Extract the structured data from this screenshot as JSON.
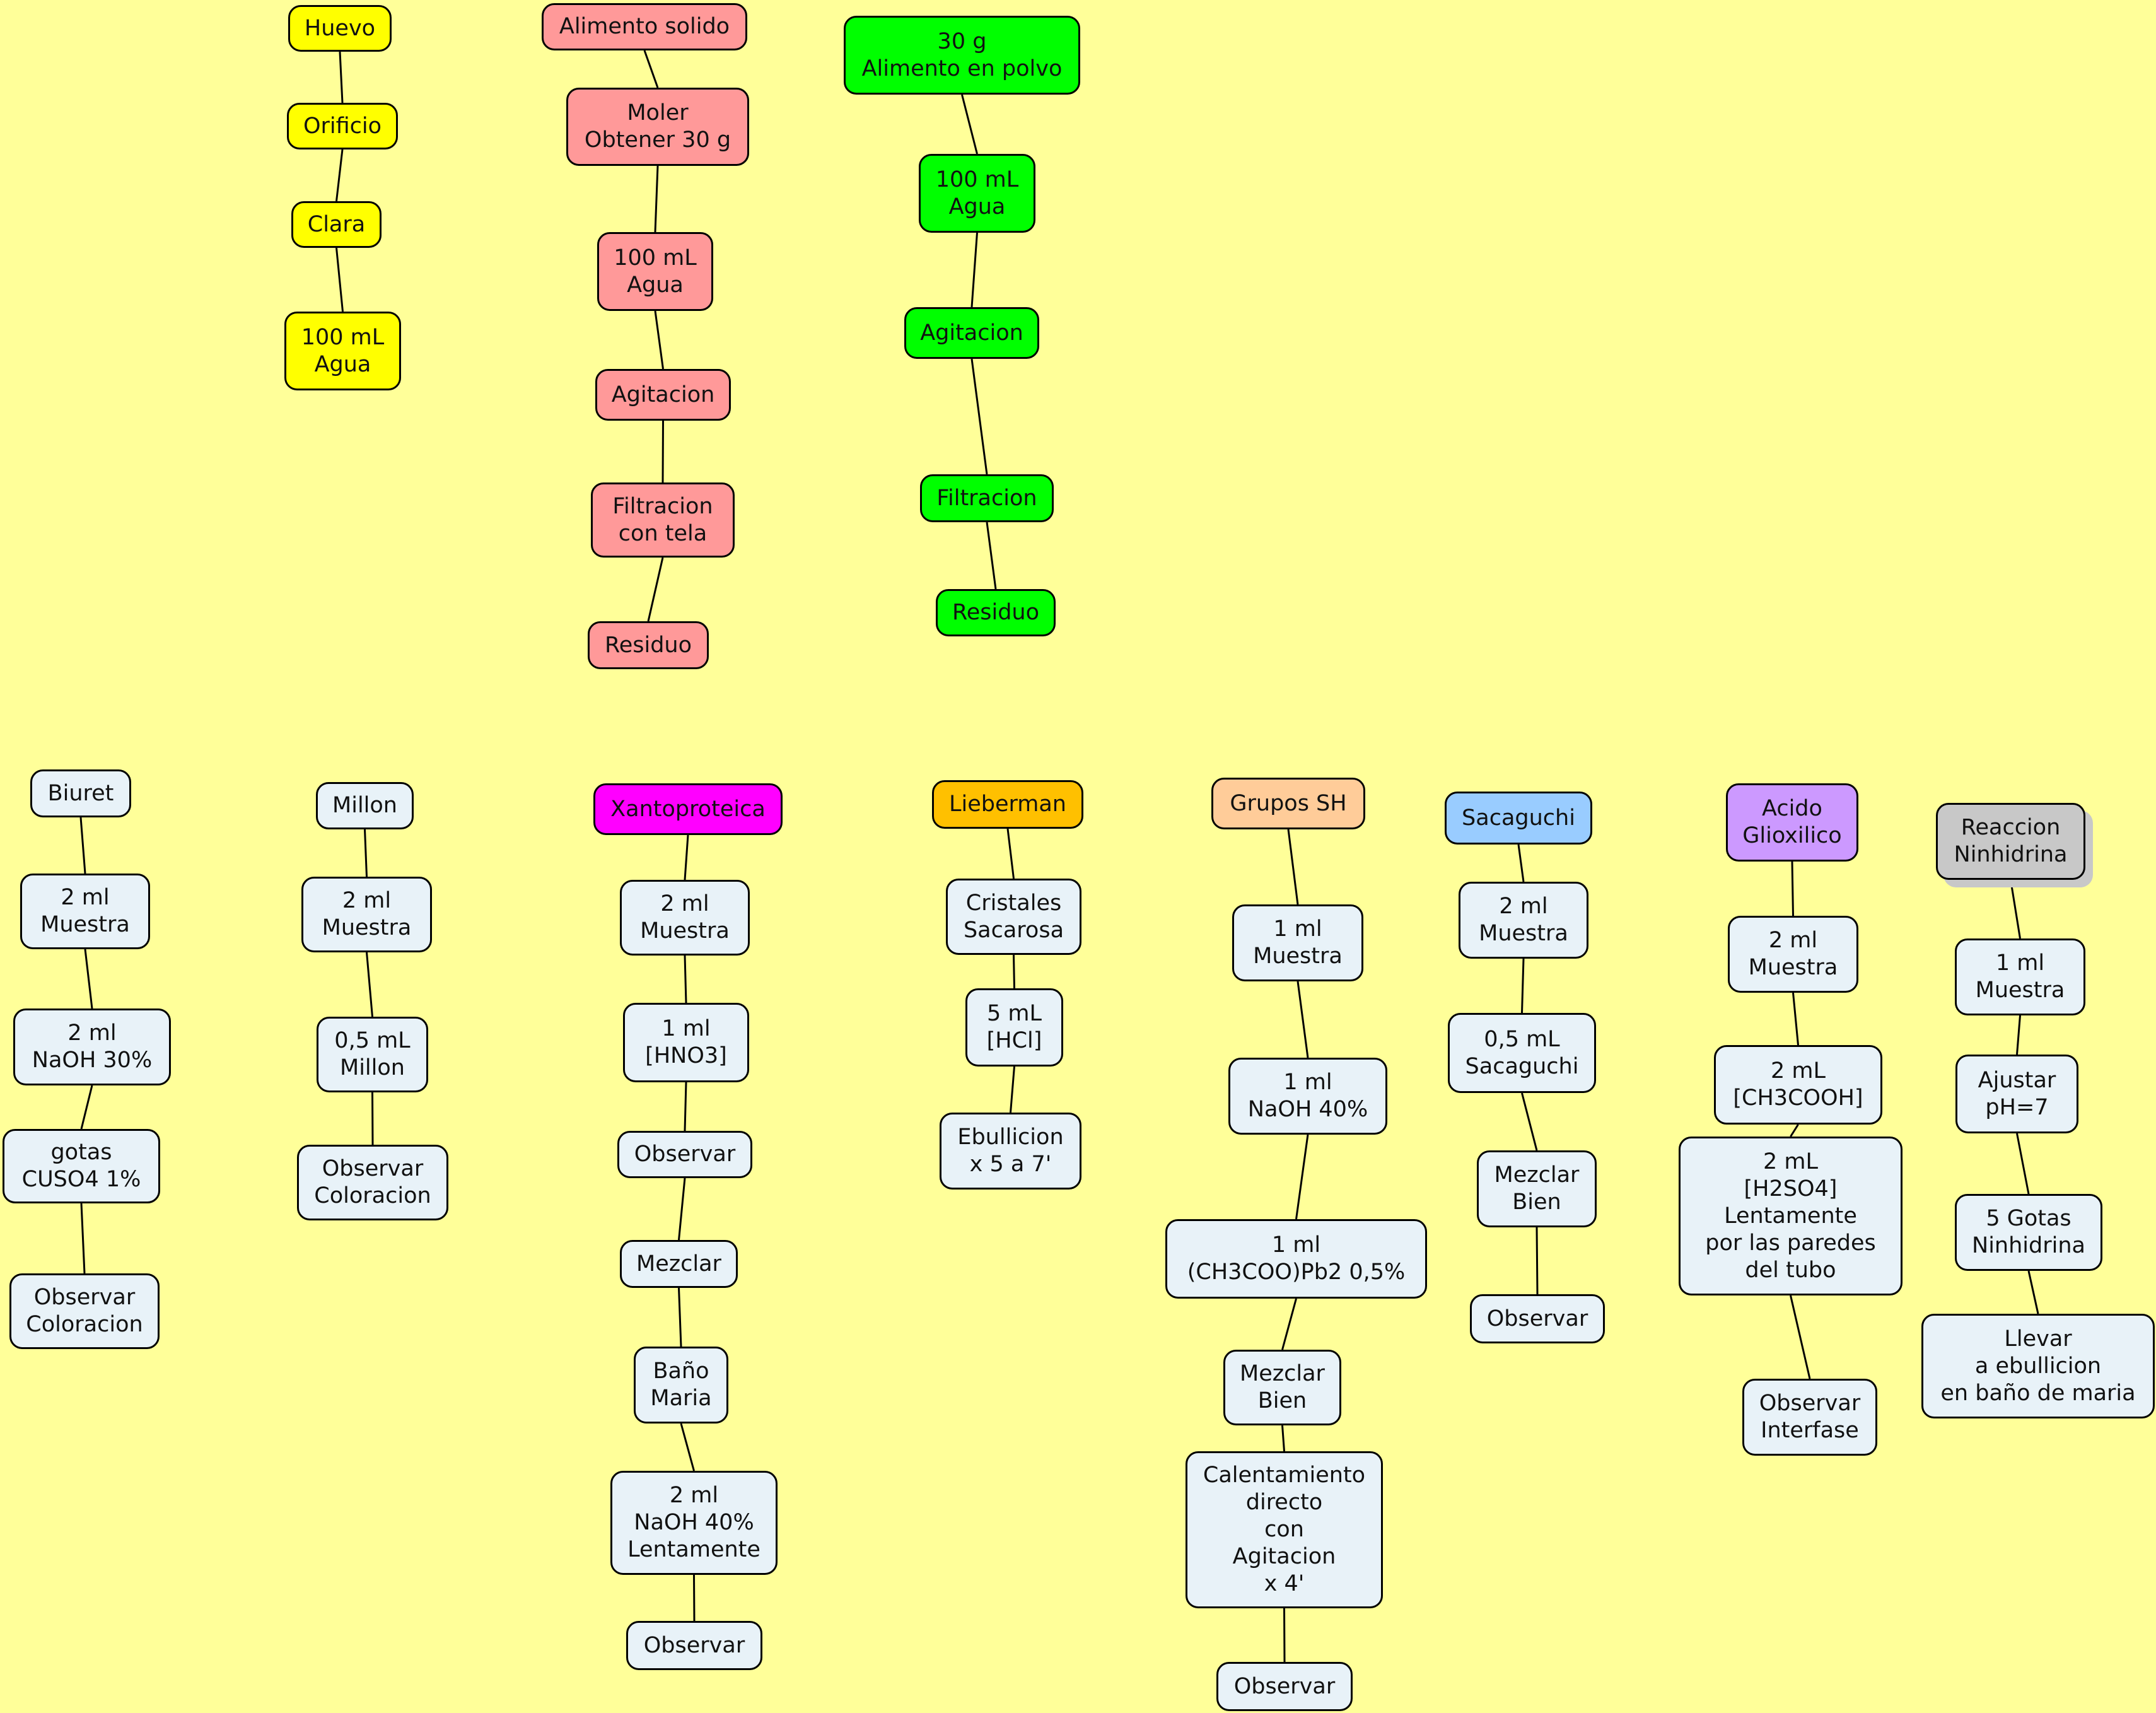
{
  "colors": {
    "background": "#ffff99",
    "yellow": "#ffff00",
    "pink": "#ff9999",
    "green": "#00ff00",
    "light": "#e8f2f8",
    "magenta": "#ff00ff",
    "orange": "#ffc000",
    "peach": "#ffcc99",
    "blue": "#99ccff",
    "purple": "#cc99ff",
    "gray": "#c8c8c8"
  },
  "nodes": [
    {
      "id": "huevo",
      "text": "Huevo",
      "color": "yellow"
    },
    {
      "id": "orificio",
      "text": "Orificio",
      "color": "yellow"
    },
    {
      "id": "clara",
      "text": "Clara",
      "color": "yellow"
    },
    {
      "id": "agua1",
      "text": "100 mL\nAgua",
      "color": "yellow"
    },
    {
      "id": "alimento_solido",
      "text": "Alimento solido",
      "color": "pink"
    },
    {
      "id": "moler",
      "text": "Moler\nObtener 30 g",
      "color": "pink"
    },
    {
      "id": "agua2",
      "text": "100 mL\nAgua",
      "color": "pink"
    },
    {
      "id": "agit2",
      "text": "Agitacion",
      "color": "pink"
    },
    {
      "id": "filt2",
      "text": "Filtracion\ncon tela",
      "color": "pink"
    },
    {
      "id": "res2",
      "text": "Residuo",
      "color": "pink"
    },
    {
      "id": "polvo",
      "text": "30 g\nAlimento en polvo",
      "color": "green"
    },
    {
      "id": "agua3",
      "text": "100 mL\nAgua",
      "color": "green"
    },
    {
      "id": "agit3",
      "text": "Agitacion",
      "color": "green"
    },
    {
      "id": "filt3",
      "text": "Filtracion",
      "color": "green"
    },
    {
      "id": "res3",
      "text": "Residuo",
      "color": "green"
    },
    {
      "id": "biuret",
      "text": "Biuret",
      "color": "light"
    },
    {
      "id": "b1",
      "text": "2 ml\nMuestra",
      "color": "light"
    },
    {
      "id": "b2",
      "text": "2 ml\nNaOH 30%",
      "color": "light"
    },
    {
      "id": "b3",
      "text": "gotas\nCUSO4 1%",
      "color": "light"
    },
    {
      "id": "b4",
      "text": "Observar\nColoracion",
      "color": "light"
    },
    {
      "id": "millon",
      "text": "Millon",
      "color": "light"
    },
    {
      "id": "m1",
      "text": "2 ml\nMuestra",
      "color": "light"
    },
    {
      "id": "m2",
      "text": "0,5 mL\nMillon",
      "color": "light"
    },
    {
      "id": "m3",
      "text": "Observar\nColoracion",
      "color": "light"
    },
    {
      "id": "xanto",
      "text": "Xantoproteica",
      "color": "magenta"
    },
    {
      "id": "x1",
      "text": "2 ml\nMuestra",
      "color": "light"
    },
    {
      "id": "x2",
      "text": "1 ml\n[HNO3]",
      "color": "light"
    },
    {
      "id": "x3",
      "text": "Observar",
      "color": "light"
    },
    {
      "id": "x4",
      "text": "Mezclar",
      "color": "light"
    },
    {
      "id": "x5",
      "text": "Baño\nMaria",
      "color": "light"
    },
    {
      "id": "x6",
      "text": "2 ml\nNaOH 40%\nLentamente",
      "color": "light"
    },
    {
      "id": "x7",
      "text": "Observar",
      "color": "light"
    },
    {
      "id": "lieber",
      "text": "Lieberman",
      "color": "orange"
    },
    {
      "id": "l1",
      "text": "Cristales\nSacarosa",
      "color": "light"
    },
    {
      "id": "l2",
      "text": "5 mL\n[HCl]",
      "color": "light"
    },
    {
      "id": "l3",
      "text": "Ebullicion\nx 5 a 7'",
      "color": "light"
    },
    {
      "id": "sh",
      "text": "Grupos SH",
      "color": "peach"
    },
    {
      "id": "s1",
      "text": "1 ml\nMuestra",
      "color": "light"
    },
    {
      "id": "s2",
      "text": "1 ml\nNaOH 40%",
      "color": "light"
    },
    {
      "id": "s3",
      "text": "1 ml\n(CH3COO)Pb2 0,5%",
      "color": "light"
    },
    {
      "id": "s4",
      "text": "Mezclar\nBien",
      "color": "light"
    },
    {
      "id": "s5",
      "text": "Calentamiento\ndirecto\ncon\nAgitacion\nx 4'",
      "color": "light"
    },
    {
      "id": "s6",
      "text": "Observar",
      "color": "light"
    },
    {
      "id": "saca",
      "text": "Sacaguchi",
      "color": "blue"
    },
    {
      "id": "k1",
      "text": "2 ml\nMuestra",
      "color": "light"
    },
    {
      "id": "k2",
      "text": "0,5 mL\nSacaguchi",
      "color": "light"
    },
    {
      "id": "k3",
      "text": "Mezclar\nBien",
      "color": "light"
    },
    {
      "id": "k4",
      "text": "Observar",
      "color": "light"
    },
    {
      "id": "acido",
      "text": "Acido\nGlioxilico",
      "color": "purple"
    },
    {
      "id": "a1",
      "text": "2 ml\nMuestra",
      "color": "light"
    },
    {
      "id": "a2",
      "text": "2 mL\n[CH3COOH]",
      "color": "light"
    },
    {
      "id": "a3",
      "text": "2 mL\n[H2SO4]\nLentamente\npor las paredes\ndel tubo",
      "color": "light"
    },
    {
      "id": "a4",
      "text": "Observar\nInterfase",
      "color": "light"
    },
    {
      "id": "ninh",
      "text": "Reaccion\nNinhidrina",
      "color": "gray"
    },
    {
      "id": "n1",
      "text": "1 ml\nMuestra",
      "color": "light"
    },
    {
      "id": "n2",
      "text": "Ajustar\npH=7",
      "color": "light"
    },
    {
      "id": "n3",
      "text": "5 Gotas\nNinhidrina",
      "color": "light"
    },
    {
      "id": "n4",
      "text": "Llevar\na ebullicion\nen baño de maria",
      "color": "light"
    }
  ],
  "links": [
    [
      "huevo",
      "orificio"
    ],
    [
      "orificio",
      "clara"
    ],
    [
      "clara",
      "agua1"
    ],
    [
      "alimento_solido",
      "moler"
    ],
    [
      "moler",
      "agua2"
    ],
    [
      "agua2",
      "agit2"
    ],
    [
      "agit2",
      "filt2"
    ],
    [
      "filt2",
      "res2"
    ],
    [
      "polvo",
      "agua3"
    ],
    [
      "agua3",
      "agit3"
    ],
    [
      "agit3",
      "filt3"
    ],
    [
      "filt3",
      "res3"
    ],
    [
      "biuret",
      "b1"
    ],
    [
      "b1",
      "b2"
    ],
    [
      "b2",
      "b3"
    ],
    [
      "b3",
      "b4"
    ],
    [
      "millon",
      "m1"
    ],
    [
      "m1",
      "m2"
    ],
    [
      "m2",
      "m3"
    ],
    [
      "xanto",
      "x1"
    ],
    [
      "x1",
      "x2"
    ],
    [
      "x2",
      "x3"
    ],
    [
      "x3",
      "x4"
    ],
    [
      "x4",
      "x5"
    ],
    [
      "x5",
      "x6"
    ],
    [
      "x6",
      "x7"
    ],
    [
      "lieber",
      "l1"
    ],
    [
      "l1",
      "l2"
    ],
    [
      "l2",
      "l3"
    ],
    [
      "sh",
      "s1"
    ],
    [
      "s1",
      "s2"
    ],
    [
      "s2",
      "s3"
    ],
    [
      "s3",
      "s4"
    ],
    [
      "s4",
      "s5"
    ],
    [
      "s5",
      "s6"
    ],
    [
      "saca",
      "k1"
    ],
    [
      "k1",
      "k2"
    ],
    [
      "k2",
      "k3"
    ],
    [
      "k3",
      "k4"
    ],
    [
      "acido",
      "a1"
    ],
    [
      "a1",
      "a2"
    ],
    [
      "a2",
      "a3"
    ],
    [
      "a3",
      "a4"
    ],
    [
      "ninh",
      "n1"
    ],
    [
      "n1",
      "n2"
    ],
    [
      "n2",
      "n3"
    ],
    [
      "n3",
      "n4"
    ]
  ]
}
